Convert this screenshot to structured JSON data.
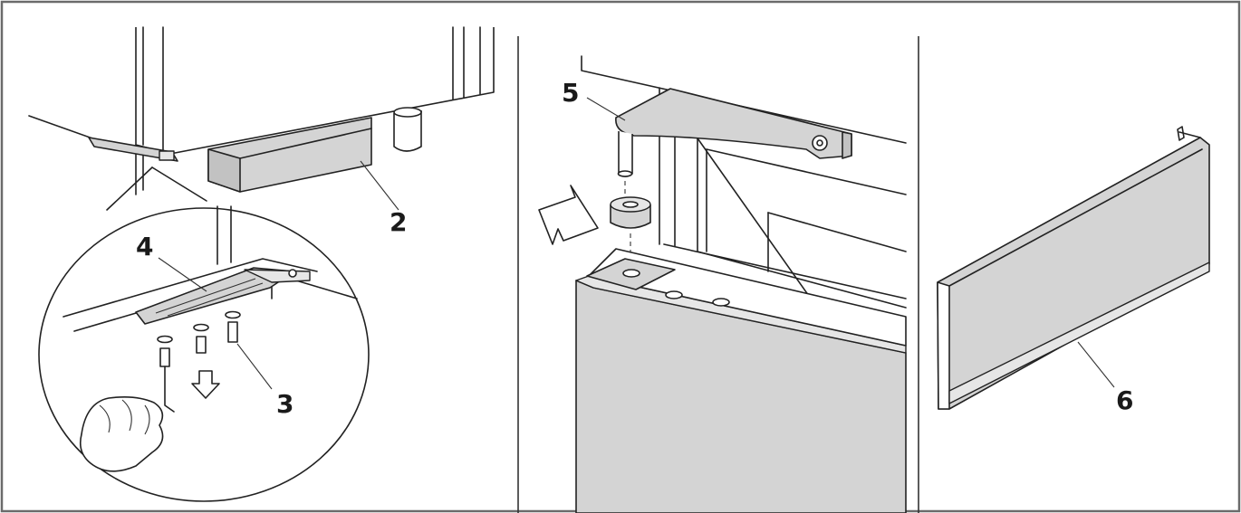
{
  "callouts": {
    "c2": "2",
    "c3": "3",
    "c4": "4",
    "c5": "5",
    "c6": "6"
  },
  "colors": {
    "frame": "#6b6b6b",
    "divider": "#333333",
    "part_fill": "#d4d4d4",
    "line": "#222222"
  }
}
